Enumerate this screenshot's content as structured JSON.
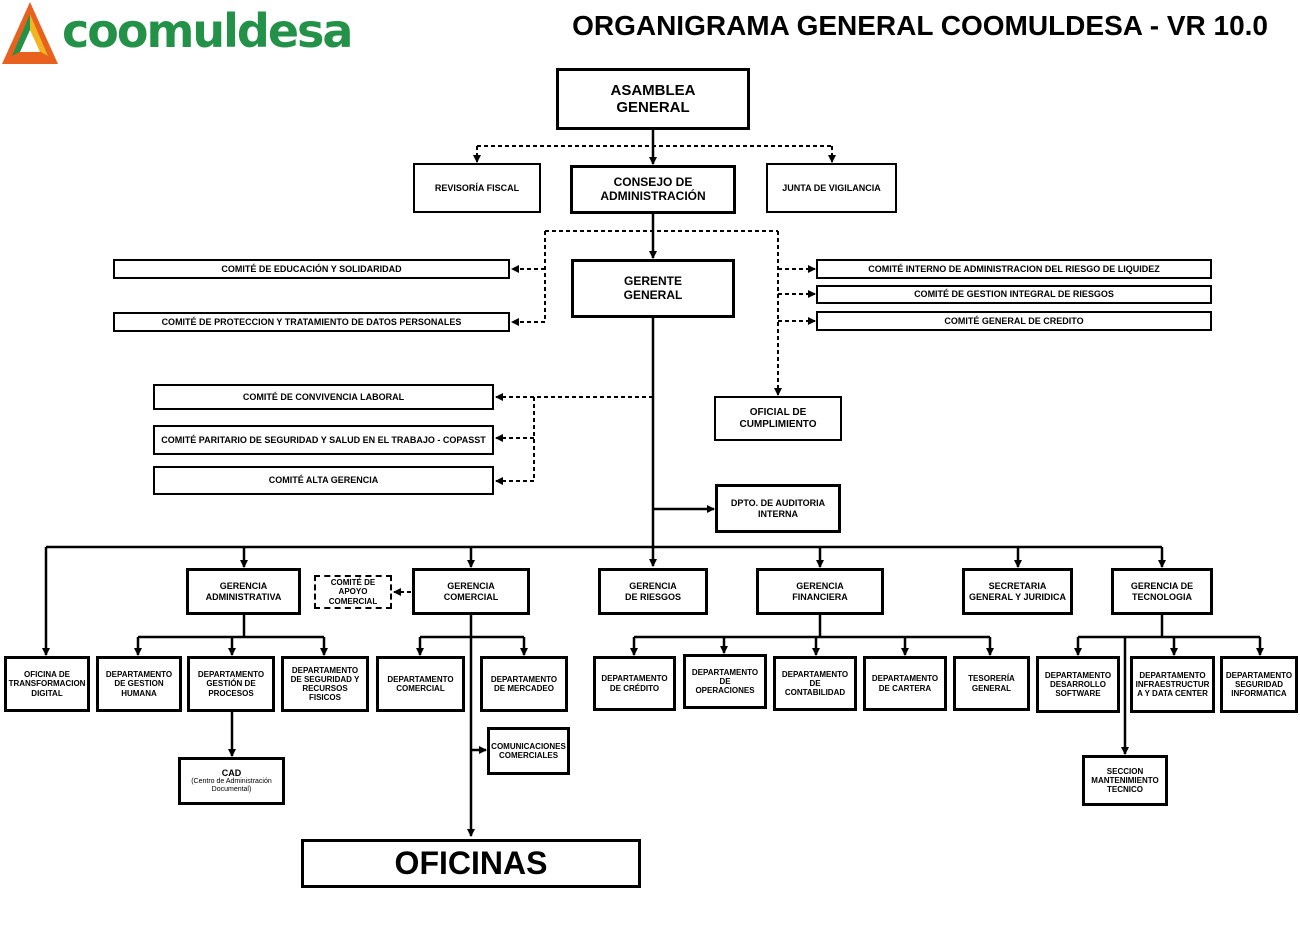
{
  "header": {
    "brand": "coomuldesa",
    "title": "ORGANIGRAMA GENERAL COOMULDESA - VR 10.0",
    "brand_colors": {
      "green": "#239147",
      "orange": "#E8611E",
      "yellow": "#F2B51F"
    }
  },
  "nodes": {
    "asamblea": "ASAMBLEA\nGENERAL",
    "revisoria": "REVISORÍA FISCAL",
    "consejo": "CONSEJO DE\nADMINISTRACIÓN",
    "junta": "JUNTA DE VIGILANCIA",
    "gerente": "GERENTE\nGENERAL",
    "comite_educacion": "COMITÉ DE EDUCACIÓN Y SOLIDARIDAD",
    "comite_proteccion": "COMITÉ DE PROTECCION Y TRATAMIENTO DE DATOS PERSONALES",
    "comite_liquidez": "COMITÉ INTERNO DE ADMINISTRACION  DEL RIESGO DE LIQUIDEZ",
    "comite_riesgos": "COMITÉ DE GESTION INTEGRAL DE RIESGOS",
    "comite_credito": "COMITÉ GENERAL DE CREDITO",
    "oficial": "OFICIAL DE\nCUMPLIMIENTO",
    "comite_convivencia": "COMITÉ DE CONVIVENCIA LABORAL",
    "copasst": "COMITÉ PARITARIO DE SEGURIDAD Y SALUD EN EL TRABAJO - COPASST",
    "comite_alta": "COMITÉ ALTA GERENCIA",
    "auditoria": "DPTO. DE AUDITORIA\nINTERNA",
    "ger_administrativa": "GERENCIA\nADMINISTRATIVA",
    "comite_apoyo": "COMITÉ DE APOYO\nCOMERCIAL",
    "ger_comercial": "GERENCIA\nCOMERCIAL",
    "ger_riesgos": "GERENCIA\nDE RIESGOS",
    "ger_financiera": "GERENCIA\nFINANCIERA",
    "secretaria": "SECRETARIA\nGENERAL Y JURIDICA",
    "ger_tecnologia": "GERENCIA DE\nTECNOLOGIA",
    "of_transformacion": "OFICINA DE\nTRANSFORMACION\nDIGITAL",
    "dep_humana": "DEPARTAMENTO\nDE GESTION\nHUMANA",
    "dep_procesos": "DEPARTAMENTO\nGESTIÓN DE\nPROCESOS",
    "dep_seguridad": "DEPARTAMENTO\nDE SEGURIDAD Y\nRECURSOS\nFISICOS",
    "dep_comercial": "DEPARTAMENTO\nCOMERCIAL",
    "dep_mercadeo": "DEPARTAMENTO\nDE MERCADEO",
    "comunicaciones": "COMUNICACIONES\nCOMERCIALES",
    "dep_credito": "DEPARTAMENTO\nDE CRÉDITO",
    "dep_operaciones": "DEPARTAMENTO\nDE OPERACIONES",
    "dep_contabilidad": "DEPARTAMENTO\nDE CONTABILIDAD",
    "dep_cartera": "DEPARTAMENTO\nDE CARTERA",
    "tesoreria": "TESORERÍA\nGENERAL",
    "dep_software": "DEPARTAMENTO\nDESARROLLO\nSOFTWARE",
    "dep_infra": "DEPARTAMENTO\nINFRAESTRUCTUR\nA Y DATA CENTER",
    "dep_seg_info": "DEPARTAMENTO\nSEGURIDAD\nINFORMATICA",
    "seccion_mant": "SECCION\nMANTENIMIENTO\nTECNICO",
    "cad_title": "CAD",
    "cad_sub": "(Centro de Administración\nDocumental)",
    "oficinas": "OFICINAS"
  }
}
